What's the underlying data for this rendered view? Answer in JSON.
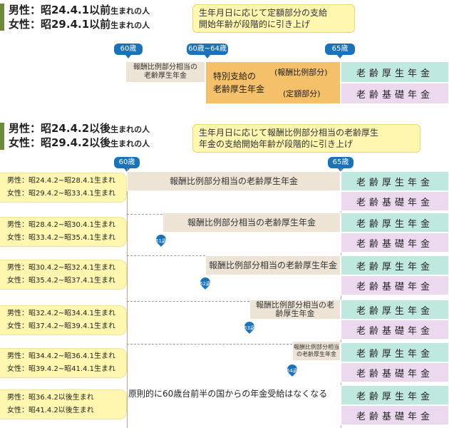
{
  "section1": {
    "heading_male": "男性：昭24.4.1以前",
    "heading_male_suffix": "生まれの人",
    "heading_female": "女性：昭29.4.1以前",
    "heading_female_suffix": "生まれの人",
    "note_line1": "生年月日に応じて定額部分の支給",
    "note_line2": "開始年齢が段階的に引き上げ",
    "age_60": "60歳",
    "age_60_64": "60歳~64歳",
    "age_65": "65歳",
    "hoshu_small_line1": "報酬比例部分相当の",
    "hoshu_small_line2": "老齢厚生年金",
    "special_line1": "特別支給の",
    "special_line2": "老齢厚生年金",
    "special_hoshu": "(報酬比例部分)",
    "special_teigaku": "(定額部分)",
    "roukou": "老齢厚生年金",
    "kiso": "老齢基礎年金"
  },
  "section2": {
    "heading_male": "男性：昭24.4.2以後",
    "heading_male_suffix": "生まれの人",
    "heading_female": "女性：昭29.4.2以後",
    "heading_female_suffix": "生まれの人",
    "note_line1": "生年月日に応じて報酬比例部分相当の老齢厚生",
    "note_line2": "年金の支給開始年齢が段階的に引き上げ",
    "age_60": "60歳",
    "age_65": "65歳",
    "rows": [
      {
        "male": "男性：昭24.4.2~昭28.4.1生まれ",
        "female": "女性：昭29.4.2~昭33.4.1生まれ",
        "hoshu": "報酬比例部分相当の老齢厚生年金",
        "age": ""
      },
      {
        "male": "男性：昭28.4.2~昭30.4.1生まれ",
        "female": "女性：昭33.4.2~昭35.4.1生まれ",
        "hoshu": "報酬比例部分相当の老齢厚生年金",
        "age": "61歳"
      },
      {
        "male": "男性：昭30.4.2~昭32.4.1生まれ",
        "female": "女性：昭35.4.2~昭37.4.1生まれ",
        "hoshu": "報酬比例部分相当の老齢厚生年金",
        "age": "62歳"
      },
      {
        "male": "男性：昭32.4.2~昭34.4.1生まれ",
        "female": "女性：昭37.4.2~昭39.4.1生まれ",
        "hoshu": "報酬比例部分相当の老齢厚生年金",
        "age": "63歳"
      },
      {
        "male": "男性：昭34.4.2~昭36.4.1生まれ",
        "female": "女性：昭39.4.2~昭41.4.1生まれ",
        "hoshu": "報酬比例部分相当の老齢厚生年金",
        "age": "64歳"
      },
      {
        "male": "男性：昭36.4.2以後生まれ",
        "female": "女性：昭41.4.2以後生まれ",
        "hoshu": "原則的に60歳台前半の国からの年金受給はなくなる",
        "age": ""
      }
    ],
    "roukou": "老齢厚生年金",
    "kiso": "老齢基礎年金"
  },
  "colors": {
    "accent_green": "#6a8a3a",
    "age_blue": "#1a72b8",
    "roukou_green": "#bfe8de",
    "kiso_pink": "#ecd9ef",
    "hoshu_beige": "#ede4d5",
    "special_orange": "#f5c06a",
    "note_yellow": "#fff7b0"
  }
}
